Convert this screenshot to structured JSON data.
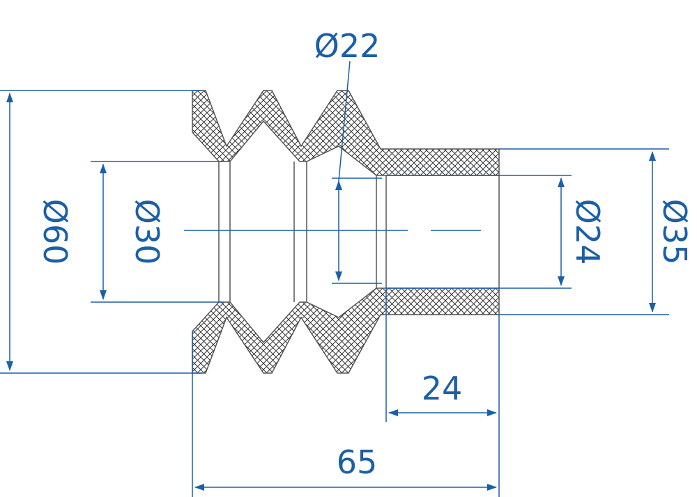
{
  "colors": {
    "dimension": "#1a5fa8",
    "outline": "#555555",
    "hatch": "#333333",
    "background": "#ffffff"
  },
  "dimensions": {
    "outer_diameter": "Ø60",
    "convolution_inner_diameter": "Ø30",
    "bore_diameter": "Ø22",
    "sleeve_inner_diameter": "Ø24",
    "sleeve_outer_diameter": "Ø35",
    "sleeve_length": "24",
    "overall_length": "65"
  }
}
